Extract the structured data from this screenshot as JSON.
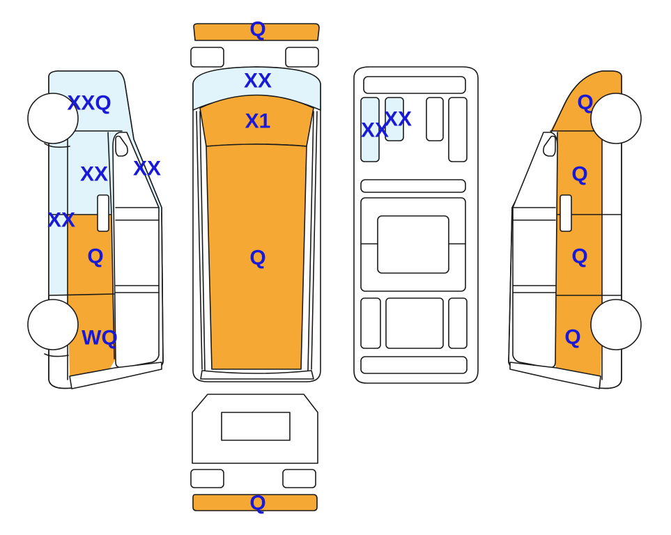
{
  "colors": {
    "paint": "#f5a833",
    "treated": "#e1f4fb",
    "outline": "#1a1a1a",
    "label": "#1a1ad6",
    "background": "#ffffff"
  },
  "labels": {
    "front_bumper": "Q",
    "windshield": "XX",
    "hood": "X1",
    "roof": "Q",
    "rear_bumper": "Q",
    "interior_front_seat_left": "XX",
    "interior_front_seat_right": "XX",
    "left_front_fender": "XXQ",
    "left_front_door": "XX",
    "left_door_window": "XX",
    "left_sill_front": "XX",
    "left_rear_door": "Q",
    "left_rear_quarter": "WQ",
    "right_front_fender": "Q",
    "right_front_door": "Q",
    "right_rear_door": "Q",
    "right_rear_quarter": "Q"
  }
}
